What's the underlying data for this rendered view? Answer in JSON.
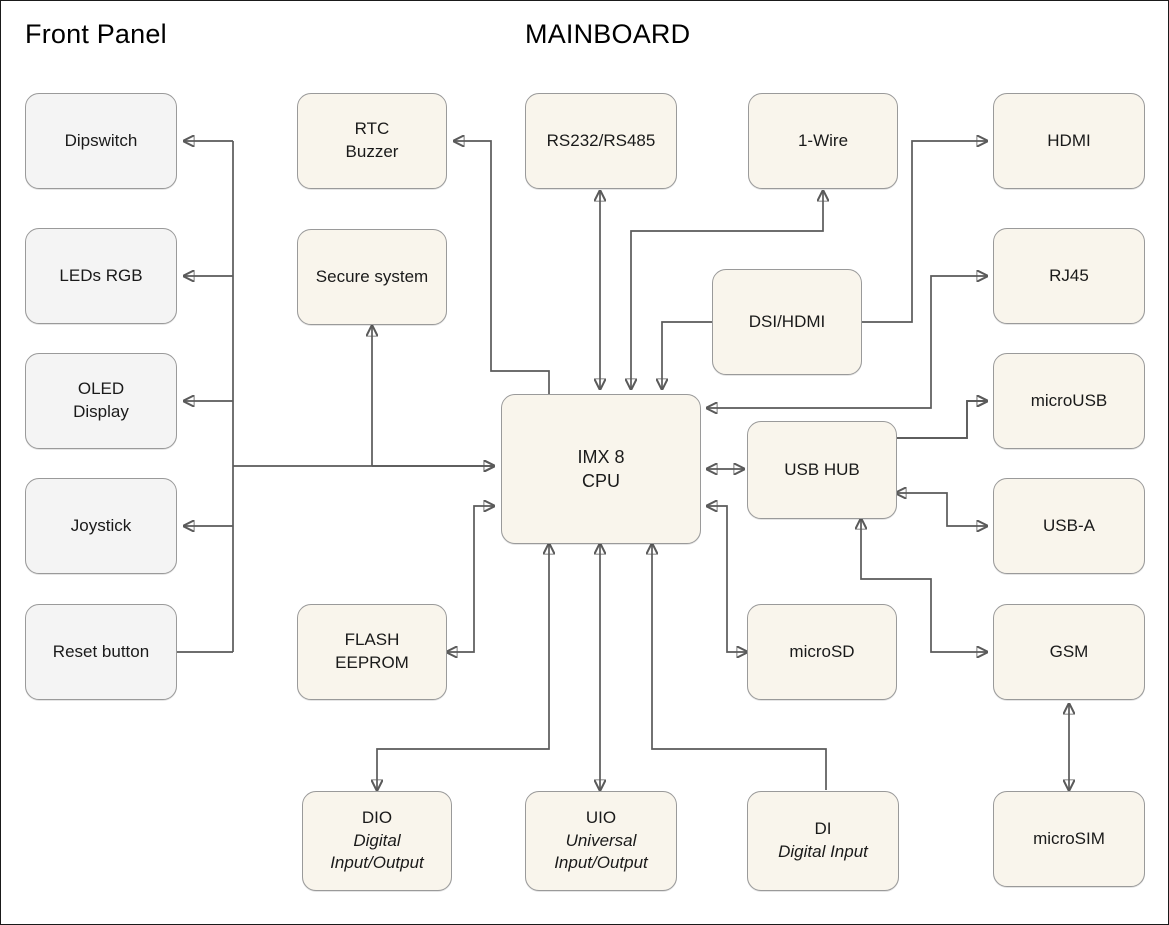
{
  "titles": {
    "front_panel": "Front Panel",
    "mainboard": "MAINBOARD"
  },
  "colors": {
    "panel_fill": "#f4f4f4",
    "board_fill": "#f9f5ec",
    "node_border": "#9a9a9a",
    "wire": "#5a5a5a",
    "canvas_border": "#1a1a1a",
    "text": "#1a1a1a"
  },
  "nodes": {
    "dipswitch": {
      "label": "Dipswitch",
      "sub": ""
    },
    "leds_rgb": {
      "label": "LEDs RGB",
      "sub": ""
    },
    "oled_display": {
      "label": "OLED",
      "sub": "Display"
    },
    "joystick": {
      "label": "Joystick",
      "sub": ""
    },
    "reset_button": {
      "label": "Reset button",
      "sub": ""
    },
    "rtc_buzzer": {
      "label": "RTC",
      "sub": "Buzzer"
    },
    "secure_system": {
      "label": "Secure system",
      "sub": ""
    },
    "flash_eeprom": {
      "label": "FLASH",
      "sub": "EEPROM"
    },
    "rs232_rs485": {
      "label": "RS232/RS485",
      "sub": ""
    },
    "one_wire": {
      "label": "1-Wire",
      "sub": ""
    },
    "dsi_hdmi": {
      "label": "DSI/HDMI",
      "sub": ""
    },
    "cpu": {
      "label": "IMX 8",
      "sub": "CPU"
    },
    "usb_hub": {
      "label": "USB HUB",
      "sub": ""
    },
    "microsd": {
      "label": "microSD",
      "sub": ""
    },
    "hdmi": {
      "label": "HDMI",
      "sub": ""
    },
    "rj45": {
      "label": "RJ45",
      "sub": ""
    },
    "microusb": {
      "label": "microUSB",
      "sub": ""
    },
    "usb_a": {
      "label": "USB-A",
      "sub": ""
    },
    "gsm": {
      "label": "GSM",
      "sub": ""
    },
    "microsim": {
      "label": "microSIM",
      "sub": ""
    },
    "dio": {
      "label": "DIO",
      "sub": "Digital\nInput/Output"
    },
    "dio_sub1": {
      "label": "Digital"
    },
    "dio_sub2": {
      "label": "Input/Output"
    },
    "uio": {
      "label": "UIO",
      "sub": ""
    },
    "uio_sub1": {
      "label": "Universal"
    },
    "uio_sub2": {
      "label": "Input/Output"
    },
    "di": {
      "label": "DI",
      "sub": ""
    },
    "di_sub1": {
      "label": "Digital Input"
    }
  },
  "connections": [
    {
      "from": "cpu",
      "to": "dipswitch",
      "arrows": "to"
    },
    {
      "from": "cpu",
      "to": "leds_rgb",
      "arrows": "to"
    },
    {
      "from": "cpu",
      "to": "oled_display",
      "arrows": "to"
    },
    {
      "from": "cpu",
      "to": "joystick",
      "arrows": "to"
    },
    {
      "from": "reset_button",
      "to": "cpu",
      "arrows": "to"
    },
    {
      "from": "cpu",
      "to": "rtc_buzzer",
      "arrows": "to"
    },
    {
      "from": "secure_system",
      "to": "cpu",
      "arrows": "both"
    },
    {
      "from": "cpu",
      "to": "flash_eeprom",
      "arrows": "both"
    },
    {
      "from": "rs232_rs485",
      "to": "cpu",
      "arrows": "both"
    },
    {
      "from": "cpu",
      "to": "one_wire",
      "arrows": "to"
    },
    {
      "from": "dsi_hdmi",
      "to": "cpu",
      "arrows": "to"
    },
    {
      "from": "dsi_hdmi",
      "to": "hdmi",
      "arrows": "to"
    },
    {
      "from": "cpu",
      "to": "rj45",
      "arrows": "to"
    },
    {
      "from": "cpu",
      "to": "usb_hub",
      "arrows": "both"
    },
    {
      "from": "cpu",
      "to": "microsd",
      "arrows": "to"
    },
    {
      "from": "usb_hub",
      "to": "microusb",
      "arrows": "both"
    },
    {
      "from": "usb_hub",
      "to": "usb_a",
      "arrows": "both"
    },
    {
      "from": "usb_hub",
      "to": "gsm",
      "arrows": "both"
    },
    {
      "from": "gsm",
      "to": "microsim",
      "arrows": "both"
    },
    {
      "from": "cpu",
      "to": "dio",
      "arrows": "to"
    },
    {
      "from": "cpu",
      "to": "uio",
      "arrows": "both"
    },
    {
      "from": "di",
      "to": "cpu",
      "arrows": "to"
    }
  ]
}
